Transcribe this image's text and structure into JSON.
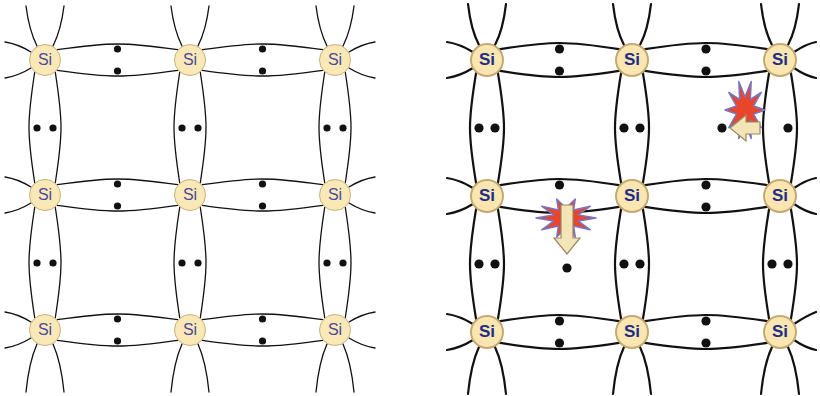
{
  "diagram": {
    "nodes": [
      {
        "text": [
          "Si"
        ]
      },
      {
        "text": [
          "Si"
        ]
      },
      {
        "text": [
          "Si"
        ]
      },
      {
        "text": [
          "Si"
        ]
      },
      {
        "text": [
          "Si"
        ]
      },
      {
        "text": [
          "Si"
        ]
      },
      {
        "text": [
          "Si"
        ]
      },
      {
        "text": [
          "Si"
        ]
      },
      {
        "text": [
          "Si"
        ]
      },
      {
        "text": [
          "Si"
        ]
      },
      {
        "text": [
          "Si"
        ]
      },
      {
        "text": [
          "Si"
        ]
      },
      {
        "text": [
          "Si"
        ]
      },
      {
        "text": [
          "Si"
        ]
      },
      {
        "text": [
          "Si"
        ]
      },
      {
        "text": [
          "Si"
        ]
      },
      {
        "text": [
          "Si"
        ]
      },
      {
        "text": [
          "Si"
        ]
      }
    ],
    "edges": [
      {
        "from": 0,
        "to": 1,
        "arrow": "none"
      },
      {
        "from": 1,
        "to": 2,
        "arrow": "none"
      },
      {
        "from": 0,
        "to": 3,
        "arrow": "none"
      },
      {
        "from": 1,
        "to": 4,
        "arrow": "none"
      },
      {
        "from": 2,
        "to": 5,
        "arrow": "none"
      },
      {
        "from": 3,
        "to": 4,
        "arrow": "none"
      },
      {
        "from": 4,
        "to": 5,
        "arrow": "none"
      },
      {
        "from": 3,
        "to": 6,
        "arrow": "none"
      },
      {
        "from": 4,
        "to": 7,
        "arrow": "none"
      },
      {
        "from": 5,
        "to": 8,
        "arrow": "none"
      },
      {
        "from": 6,
        "to": 7,
        "arrow": "none"
      },
      {
        "from": 7,
        "to": 8,
        "arrow": "none"
      },
      {
        "from": 9,
        "to": 10,
        "arrow": "none"
      },
      {
        "from": 10,
        "to": 11,
        "arrow": "none"
      },
      {
        "from": 9,
        "to": 12,
        "arrow": "none"
      },
      {
        "from": 10,
        "to": 13,
        "arrow": "none"
      },
      {
        "from": 11,
        "to": 14,
        "arrow": "none"
      },
      {
        "from": 12,
        "to": 13,
        "arrow": "none"
      },
      {
        "from": 13,
        "to": 14,
        "arrow": "none"
      },
      {
        "from": 12,
        "to": 15,
        "arrow": "none"
      },
      {
        "from": 13,
        "to": 16,
        "arrow": "none"
      },
      {
        "from": 14,
        "to": 17,
        "arrow": "none"
      },
      {
        "from": 15,
        "to": 16,
        "arrow": "none"
      },
      {
        "from": 16,
        "to": 17,
        "arrow": "none"
      }
    ]
  }
}
